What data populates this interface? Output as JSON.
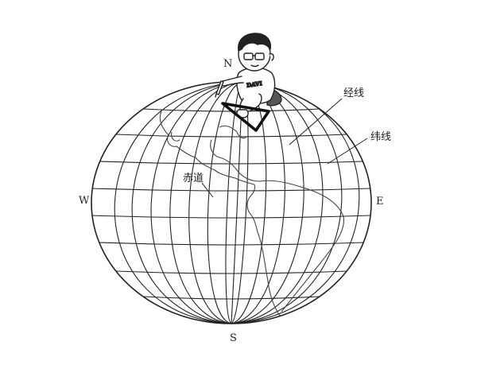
{
  "directions": {
    "north": "N",
    "south": "S",
    "east": "E",
    "west": "W"
  },
  "labels": {
    "meridian": "经线",
    "parallel": "纬线",
    "equator": "赤道"
  },
  "figure": {
    "shirt_text": "DAVI"
  },
  "colors": {
    "line": "#222222",
    "background": "#ffffff",
    "shade": "#555555"
  }
}
